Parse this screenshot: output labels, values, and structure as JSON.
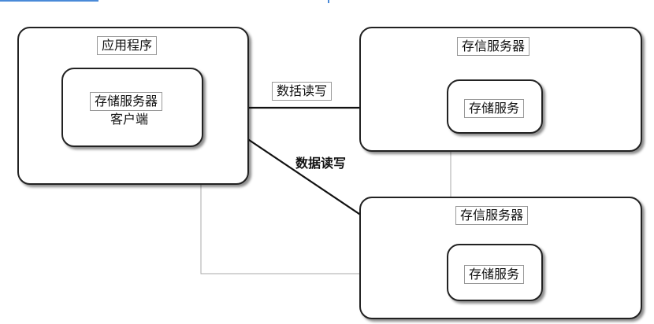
{
  "app_box": {
    "title": "应用程序"
  },
  "client_box": {
    "line1": "存储服务器",
    "line2": "客户端"
  },
  "server_top": {
    "title": "存信服务器",
    "service": "存储服务"
  },
  "server_bottom": {
    "title": "存信服务器",
    "service": "存储服务"
  },
  "edges": {
    "top_label": "数括读写",
    "diag_label": "数据读写"
  },
  "colors": {
    "accent": "#4a8ad8",
    "line": "#111111",
    "thin_line": "#aaaaaa"
  }
}
